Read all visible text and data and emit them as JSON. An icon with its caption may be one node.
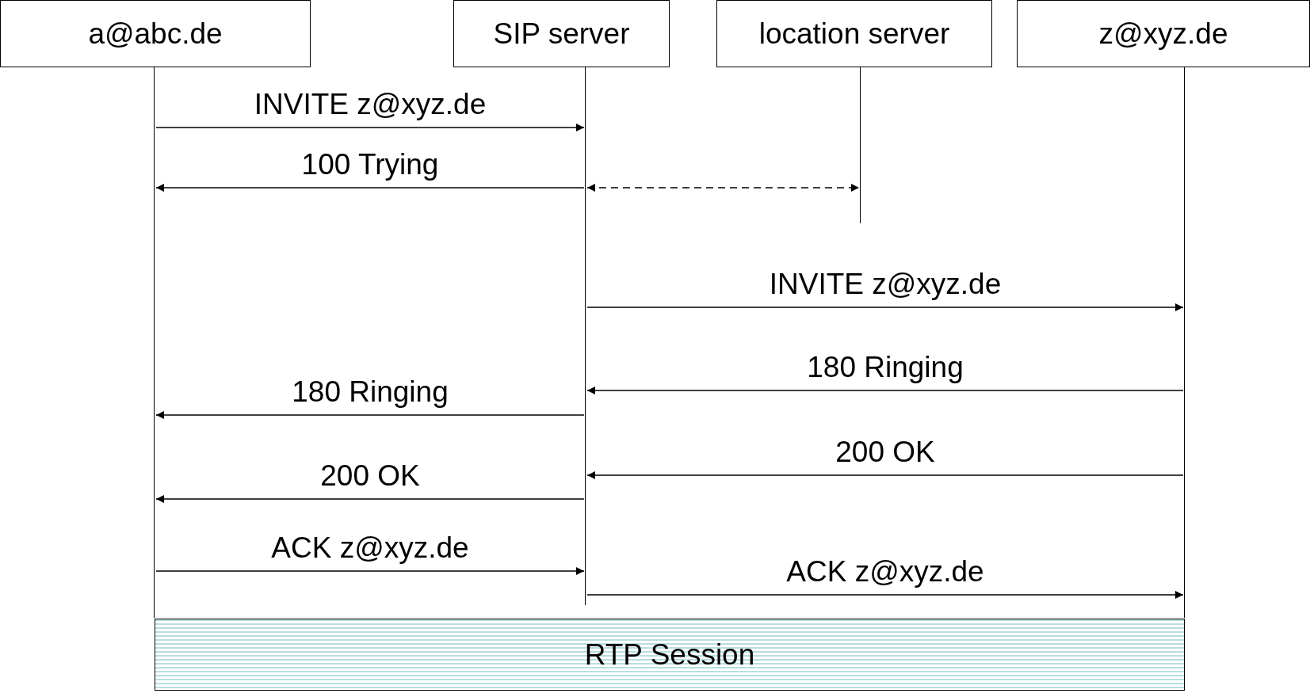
{
  "diagram": {
    "nodes": [
      {
        "text": [
          "a@abc.de"
        ]
      },
      {
        "text": [
          "SIP server"
        ]
      },
      {
        "text": [
          "location server"
        ]
      },
      {
        "text": [
          "z@xyz.de"
        ]
      },
      {
        "text": [],
        "shape": "bar"
      },
      {
        "text": [],
        "shape": "bar"
      },
      {
        "text": [],
        "shape": "bar"
      },
      {
        "text": [],
        "shape": "bar"
      },
      {
        "text": [
          "RTP Session"
        ]
      }
    ],
    "edges": [
      {
        "from": 4,
        "to": 5,
        "arrow": "to",
        "label": "INVITE z@xyz.de"
      },
      {
        "from": 5,
        "to": 4,
        "arrow": "to",
        "label": "100 Trying"
      },
      {
        "from": 5,
        "to": 6,
        "arrow": "both",
        "style": "dashed"
      },
      {
        "from": 5,
        "to": 7,
        "arrow": "to",
        "label": "INVITE z@xyz.de"
      },
      {
        "from": 7,
        "to": 5,
        "arrow": "to",
        "label": "180 Ringing"
      },
      {
        "from": 5,
        "to": 4,
        "arrow": "to",
        "label": "180 Ringing"
      },
      {
        "from": 7,
        "to": 5,
        "arrow": "to",
        "label": "200 OK"
      },
      {
        "from": 5,
        "to": 4,
        "arrow": "to",
        "label": "200 OK"
      },
      {
        "from": 4,
        "to": 5,
        "arrow": "to",
        "label": "ACK z@xyz.de"
      },
      {
        "from": 5,
        "to": 7,
        "arrow": "to",
        "label": "ACK z@xyz.de"
      }
    ]
  }
}
